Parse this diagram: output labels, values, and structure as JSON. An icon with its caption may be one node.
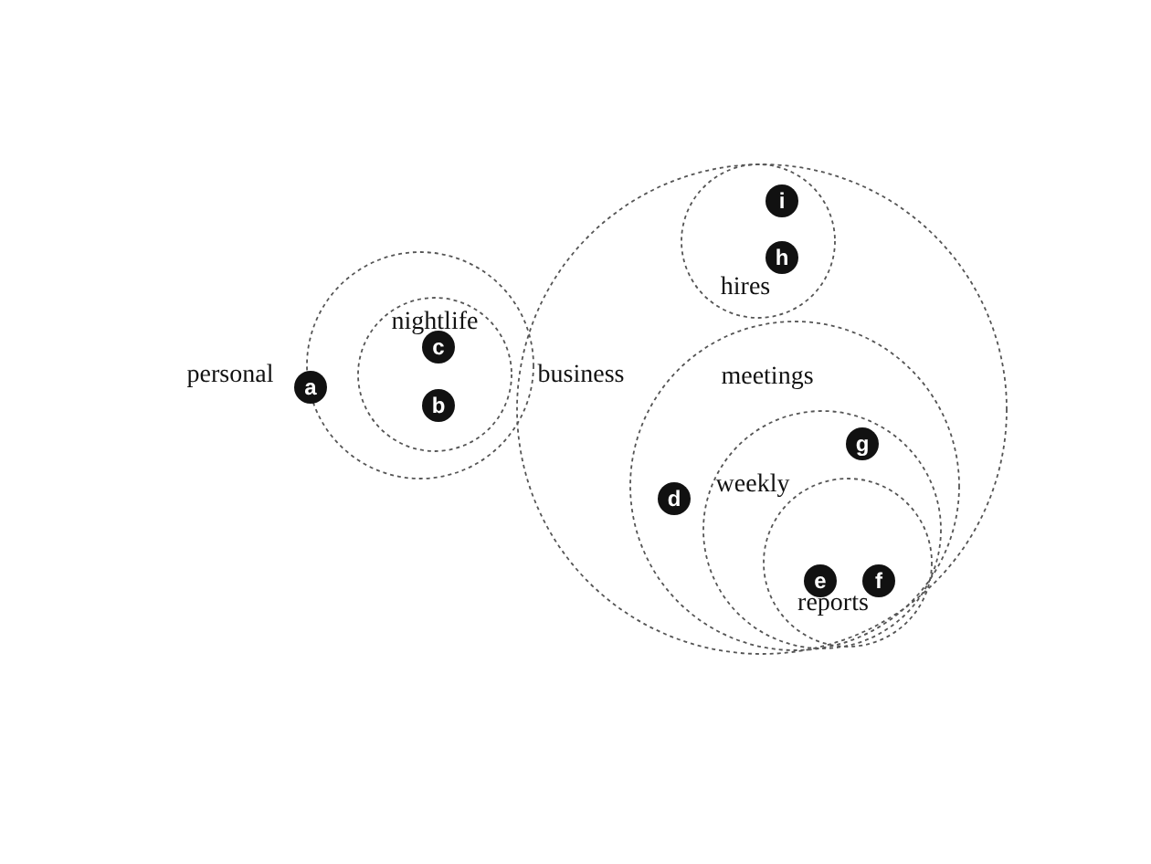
{
  "diagram": {
    "nodes": [
      {
        "text": [
          "personal"
        ]
      },
      {
        "text": [
          "nightlife"
        ],
        "in": 0
      },
      {
        "text": [
          "a"
        ],
        "in": 0
      },
      {
        "text": [
          "c"
        ],
        "in": 1
      },
      {
        "text": [
          "b"
        ],
        "in": 1
      },
      {
        "text": [
          "business"
        ]
      },
      {
        "text": [
          "hires"
        ],
        "in": 5
      },
      {
        "text": [
          "i"
        ],
        "in": 6
      },
      {
        "text": [
          "h"
        ],
        "in": 6
      },
      {
        "text": [
          "meetings"
        ],
        "in": 5
      },
      {
        "text": [
          "d"
        ],
        "in": 9
      },
      {
        "text": [
          "weekly"
        ],
        "in": 9
      },
      {
        "text": [
          "g"
        ],
        "in": 11
      },
      {
        "text": [
          "reports"
        ],
        "in": 11
      },
      {
        "text": [
          "e"
        ],
        "in": 13
      },
      {
        "text": [
          "f"
        ],
        "in": 13
      }
    ]
  }
}
